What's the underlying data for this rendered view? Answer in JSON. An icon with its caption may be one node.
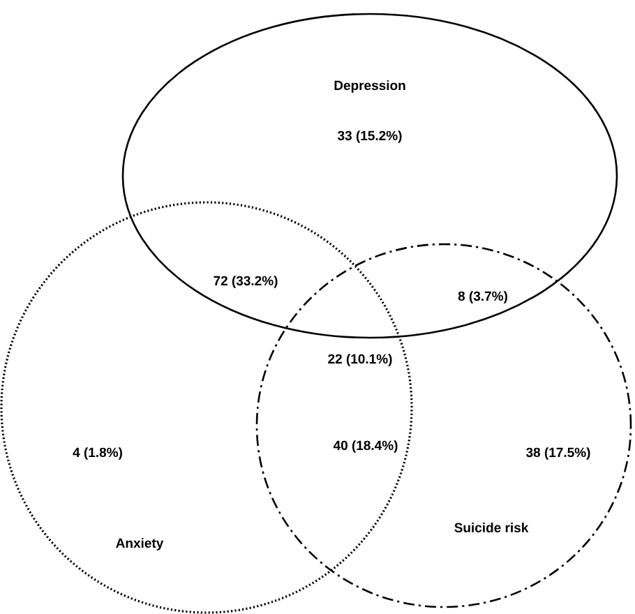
{
  "diagram": {
    "nodes": [
      {
        "text": [
          "Depression"
        ]
      },
      {
        "text": [
          "Anxiety"
        ]
      },
      {
        "text": [
          "Suicide risk"
        ]
      }
    ],
    "edges": [],
    "labels": [
      "33 (15.2%)",
      "72 (33.2%)",
      "8 (3.7%)",
      "22 (10.1%)",
      "4 (1.8%)",
      "40 (18.4%)",
      "38 (17.5%)"
    ]
  }
}
